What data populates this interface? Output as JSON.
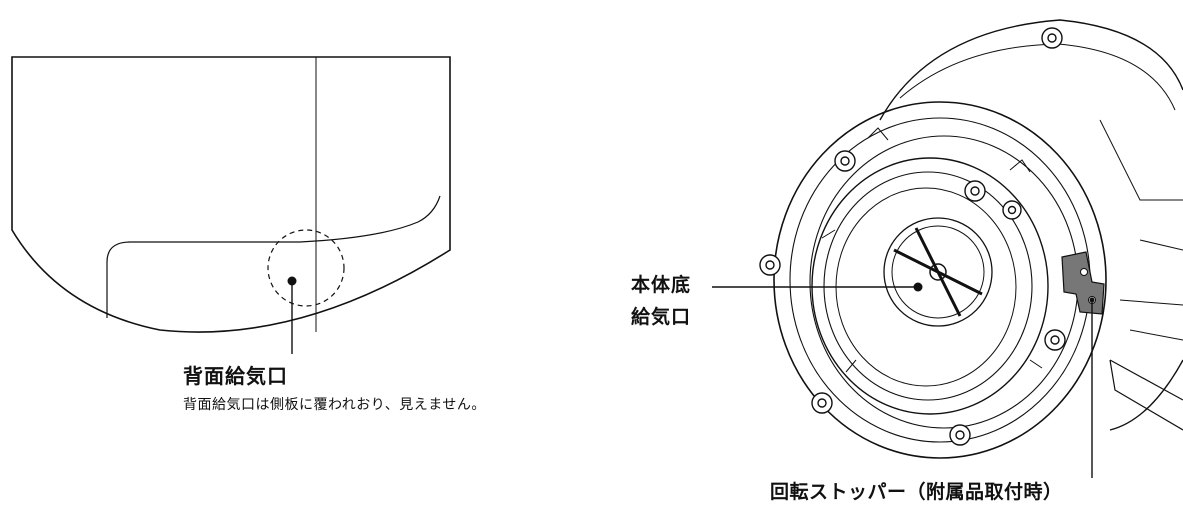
{
  "left_figure": {
    "label_title": "背面給気口",
    "label_note": "背面給気口は側板に覆われおり、見えません。"
  },
  "right_figure": {
    "label_bottom_inlet_line1": "本体底",
    "label_bottom_inlet_line2": "給気口",
    "label_rotation_stopper": "回転ストッパー（附属品取付時）"
  },
  "colors": {
    "line": "#111111",
    "stopper_fill": "#777777",
    "background": "#ffffff"
  }
}
